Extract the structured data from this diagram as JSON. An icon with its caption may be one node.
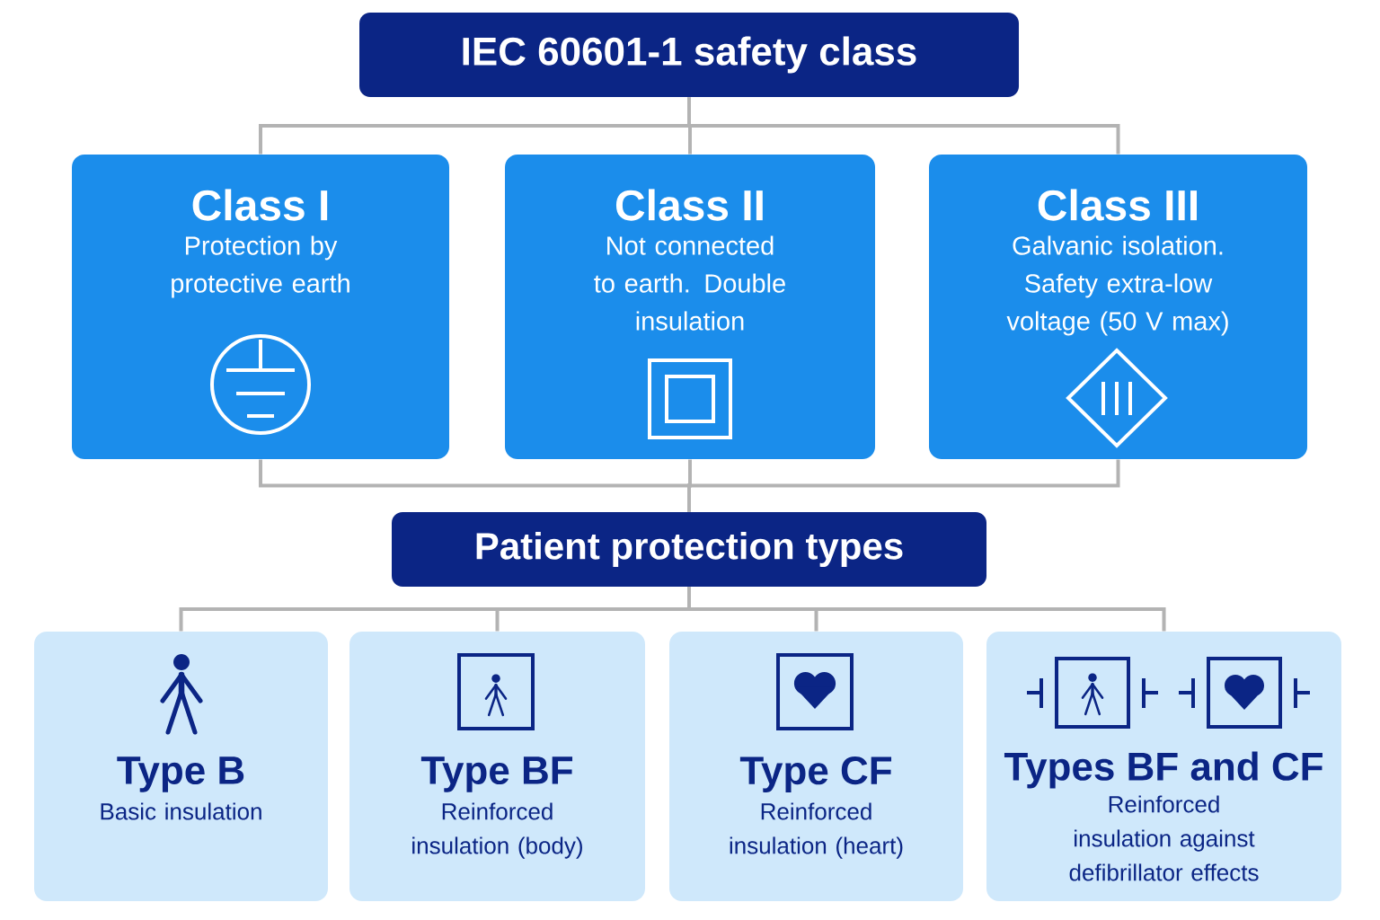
{
  "diagram": {
    "nodes": [
      {
        "text": [
          "IEC 60601-1 safety class"
        ]
      },
      {
        "text": [
          "Class I",
          "Protection by protective earth"
        ]
      },
      {
        "text": [
          "Class II",
          "Not connected to earth. Double insulation"
        ]
      },
      {
        "text": [
          "Class III",
          "Galvanic isolation. Safety extra-low voltage (50 V max)"
        ]
      },
      {
        "text": [
          "Patient protection types"
        ]
      },
      {
        "text": [
          "Type B",
          "Basic insulation"
        ]
      },
      {
        "text": [
          "Type BF",
          "Reinforced insulation (body)"
        ]
      },
      {
        "text": [
          "Type CF",
          "Reinforced insulation (heart)"
        ]
      },
      {
        "text": [
          "Types BF and CF",
          "Reinforced insulation against defibrillator effects"
        ]
      }
    ],
    "edges": [
      {
        "from": 0,
        "to": 1,
        "arrow": "none"
      },
      {
        "from": 0,
        "to": 2,
        "arrow": "none"
      },
      {
        "from": 0,
        "to": 3,
        "arrow": "none"
      },
      {
        "from": 1,
        "to": 4,
        "arrow": "none"
      },
      {
        "from": 2,
        "to": 4,
        "arrow": "none"
      },
      {
        "from": 3,
        "to": 4,
        "arrow": "none"
      },
      {
        "from": 4,
        "to": 5,
        "arrow": "none"
      },
      {
        "from": 4,
        "to": 6,
        "arrow": "none"
      },
      {
        "from": 4,
        "to": 7,
        "arrow": "none"
      },
      {
        "from": 4,
        "to": 8,
        "arrow": "none"
      }
    ]
  }
}
